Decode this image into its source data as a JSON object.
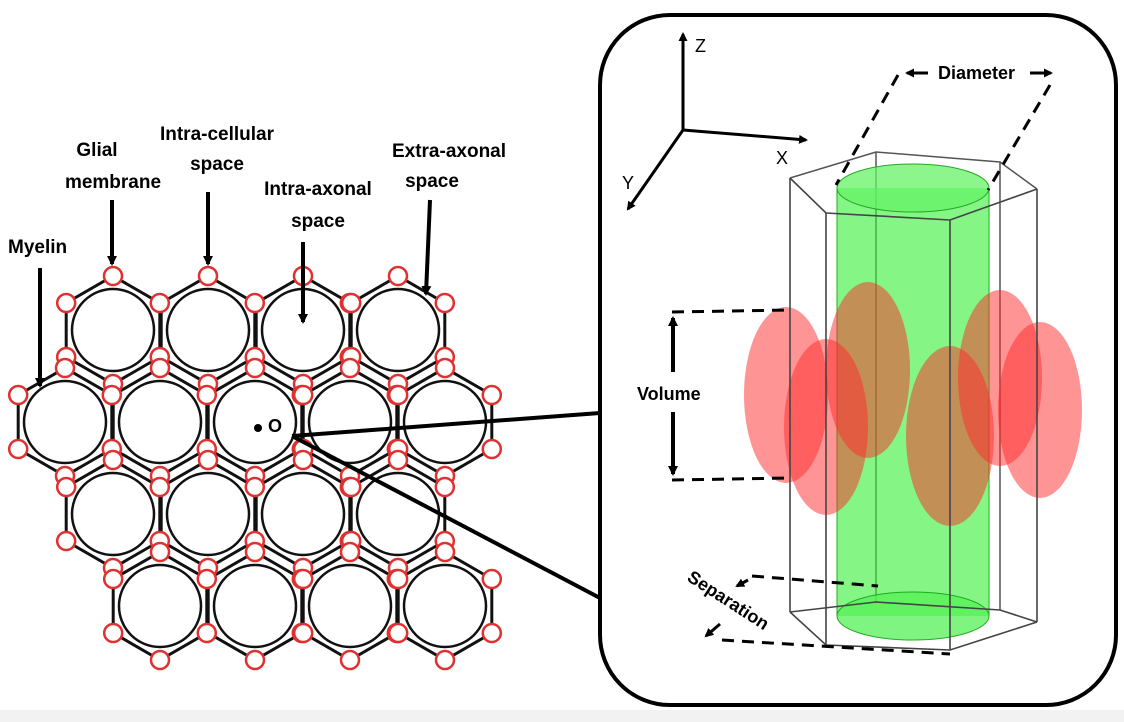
{
  "labels": {
    "glial_membrane": [
      "Glial",
      "membrane"
    ],
    "intra_cellular": [
      "Intra-cellular",
      "space"
    ],
    "intra_axonal": [
      "Intra-axonal",
      "space"
    ],
    "extra_axonal": [
      "Extra-axonal",
      "space"
    ],
    "myelin": "Myelin",
    "origin": "O",
    "diameter": "Diameter",
    "volume": "Volume",
    "separation": "Separation",
    "axis_x": "X",
    "axis_y": "Y",
    "axis_z": "Z"
  },
  "colors": {
    "cell_stroke": "#111111",
    "glial_ring": "#e03030",
    "cylinder_fill": "#33ee33",
    "sphere_fill": "#ff2a2a",
    "frame": "#000000"
  }
}
